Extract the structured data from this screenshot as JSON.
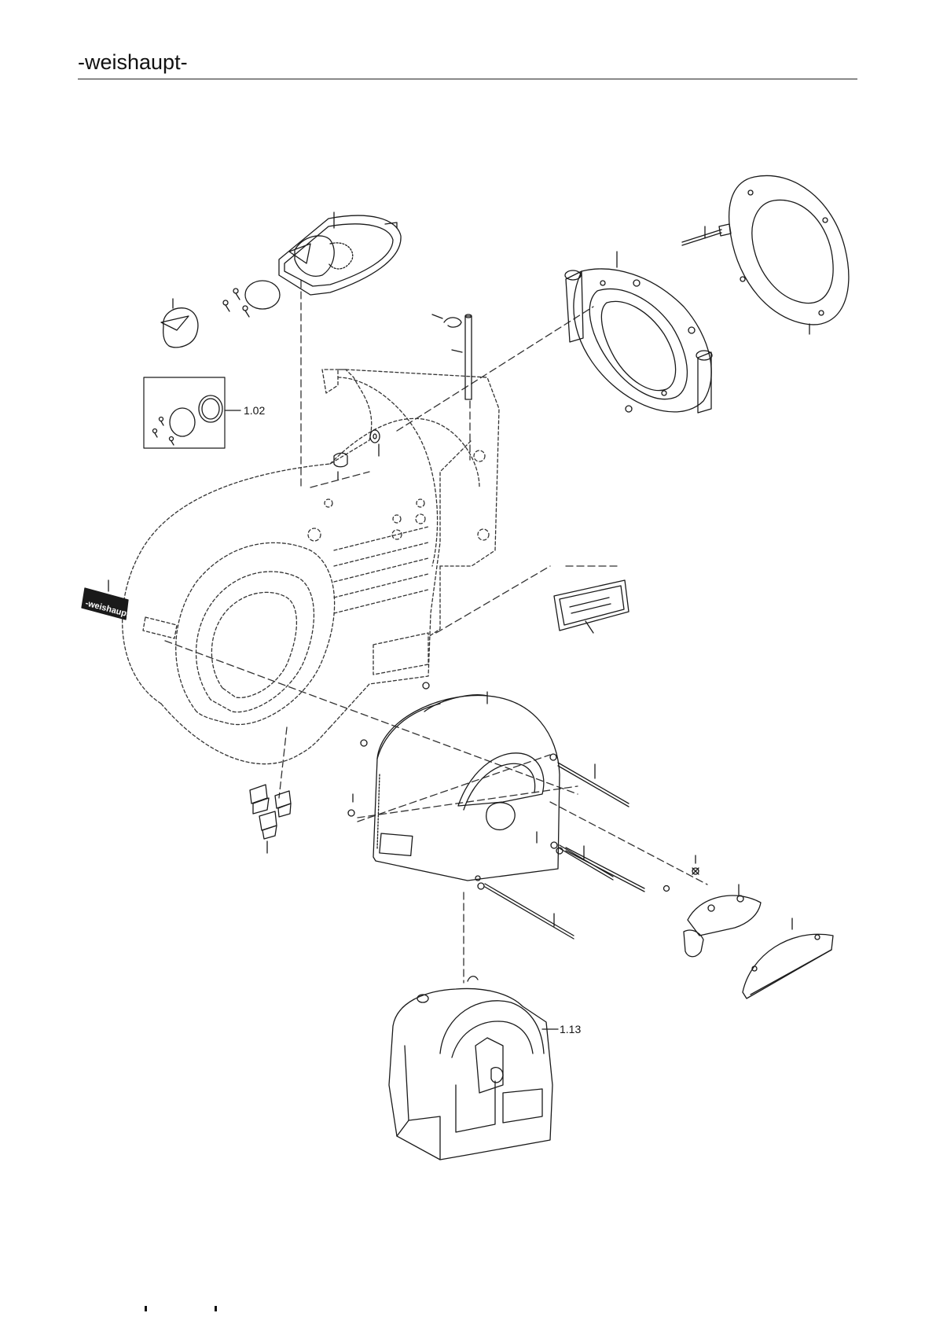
{
  "header": {
    "brand": "-weishaupt-"
  },
  "callouts": {
    "part_102": "1.02",
    "part_113": "1.13"
  },
  "nameplate": {
    "text": "-weishaupt-"
  },
  "colors": {
    "line": "#1a1a1a",
    "hidden_line": "#333333",
    "background": "#ffffff"
  }
}
